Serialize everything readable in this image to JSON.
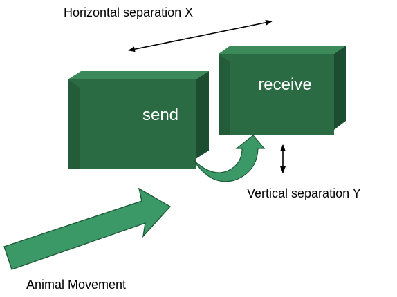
{
  "labels": {
    "horizontal": "Horizontal separation X",
    "vertical": "Vertical separation Y",
    "movement": "Animal Movement"
  },
  "boxes": {
    "send": "send",
    "receive": "receive"
  },
  "colors": {
    "box_front": "#2b6b44",
    "box_top": "#3c8a5a",
    "box_side": "#1c4d30",
    "arrow_fill": "#3a9966",
    "arrow_stroke": "#1f5a37",
    "line": "#000000"
  },
  "icons": {
    "curved_arrow": "curved-arrow-icon",
    "movement_arrow": "block-arrow-icon"
  }
}
